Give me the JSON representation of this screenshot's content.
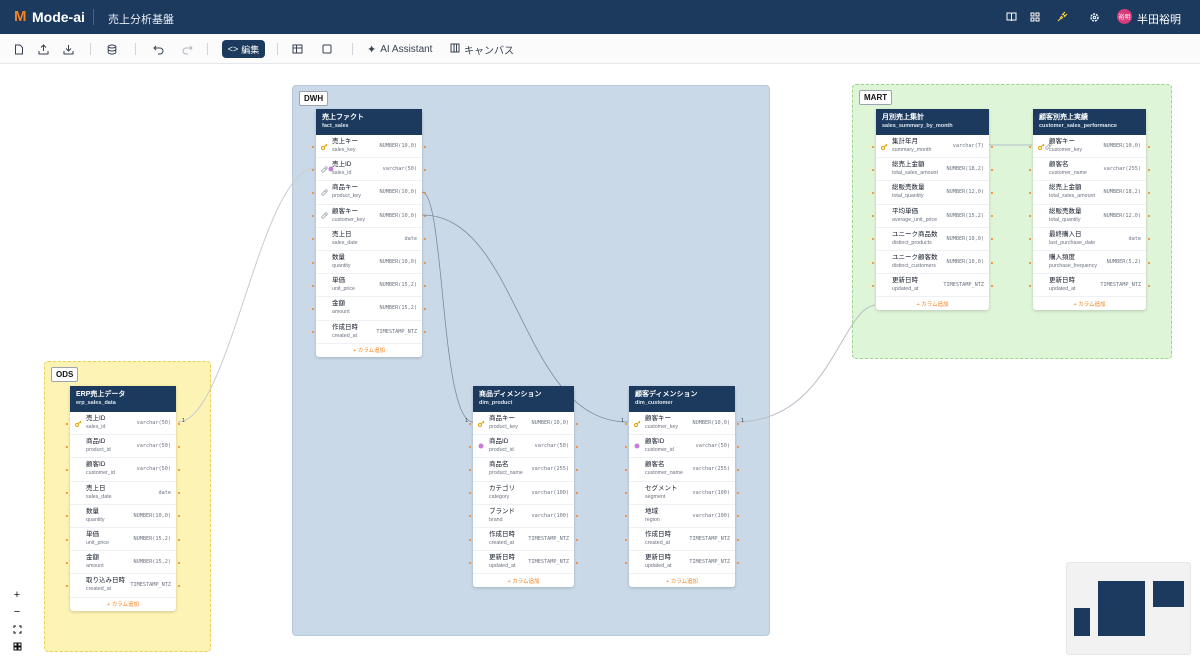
{
  "app": {
    "logo_mark": "M",
    "name": "Mode-ai",
    "project": "売上分析基盤"
  },
  "user": {
    "avatar_text": "裕明",
    "name": "半田裕明"
  },
  "header_icons": [
    "book-icon",
    "grid-icon",
    "plug-icon",
    "gear-icon"
  ],
  "toolbar": {
    "edit_label": "編集",
    "ai_label": "AI Assistant",
    "canvas_label": "キャンバス"
  },
  "zones": {
    "ods": "ODS",
    "dwh": "DWH",
    "mart": "MART"
  },
  "colors": {
    "navy": "#1c3a5e",
    "orange": "#f5821f",
    "ods_bg": "#fdf3b4",
    "dwh_bg": "#c9d9e8",
    "mart_bg": "#def5d8"
  },
  "add_column": "+ カラム追加",
  "rel_card": "1",
  "tables": {
    "erp": {
      "jp": "ERP売上データ",
      "en": "erp_sales_data",
      "cols": [
        {
          "jp": "売上ID",
          "en": "sales_id",
          "type": "varchar(50)",
          "icon": "key"
        },
        {
          "jp": "商品ID",
          "en": "product_id",
          "type": "varchar(50)",
          "icon": ""
        },
        {
          "jp": "顧客ID",
          "en": "customer_id",
          "type": "varchar(50)",
          "icon": ""
        },
        {
          "jp": "売上日",
          "en": "sales_date",
          "type": "date",
          "icon": ""
        },
        {
          "jp": "数量",
          "en": "quantity",
          "type": "NUMBER(10,0)",
          "icon": ""
        },
        {
          "jp": "単価",
          "en": "unit_price",
          "type": "NUMBER(15,2)",
          "icon": ""
        },
        {
          "jp": "金額",
          "en": "amount",
          "type": "NUMBER(15,2)",
          "icon": ""
        },
        {
          "jp": "取り込み日時",
          "en": "created_at",
          "type": "TIMESTAMP_NTZ",
          "icon": ""
        }
      ]
    },
    "fact": {
      "jp": "売上ファクト",
      "en": "fact_sales",
      "cols": [
        {
          "jp": "売上キー",
          "en": "sales_key",
          "type": "NUMBER(10,0)",
          "icon": "key"
        },
        {
          "jp": "売上ID",
          "en": "sales_id",
          "type": "varchar(50)",
          "icon": "link-unique"
        },
        {
          "jp": "商品キー",
          "en": "product_key",
          "type": "NUMBER(10,0)",
          "icon": "link"
        },
        {
          "jp": "顧客キー",
          "en": "customer_key",
          "type": "NUMBER(10,0)",
          "icon": "link"
        },
        {
          "jp": "売上日",
          "en": "sales_date",
          "type": "date",
          "icon": ""
        },
        {
          "jp": "数量",
          "en": "quantity",
          "type": "NUMBER(10,0)",
          "icon": ""
        },
        {
          "jp": "単価",
          "en": "unit_price",
          "type": "NUMBER(15,2)",
          "icon": ""
        },
        {
          "jp": "金額",
          "en": "amount",
          "type": "NUMBER(15,2)",
          "icon": ""
        },
        {
          "jp": "作成日時",
          "en": "created_at",
          "type": "TIMESTAMP_NTZ",
          "icon": ""
        }
      ]
    },
    "product": {
      "jp": "商品ディメンション",
      "en": "dim_product",
      "cols": [
        {
          "jp": "商品キー",
          "en": "product_key",
          "type": "NUMBER(10,0)",
          "icon": "key"
        },
        {
          "jp": "商品ID",
          "en": "product_id",
          "type": "varchar(50)",
          "icon": "unique"
        },
        {
          "jp": "商品名",
          "en": "product_name",
          "type": "varchar(255)",
          "icon": ""
        },
        {
          "jp": "カテゴリ",
          "en": "category",
          "type": "varchar(100)",
          "icon": ""
        },
        {
          "jp": "ブランド",
          "en": "brand",
          "type": "varchar(100)",
          "icon": ""
        },
        {
          "jp": "作成日時",
          "en": "created_at",
          "type": "TIMESTAMP_NTZ",
          "icon": ""
        },
        {
          "jp": "更新日時",
          "en": "updated_at",
          "type": "TIMESTAMP_NTZ",
          "icon": ""
        }
      ]
    },
    "customer": {
      "jp": "顧客ディメンション",
      "en": "dim_customer",
      "cols": [
        {
          "jp": "顧客キー",
          "en": "customer_key",
          "type": "NUMBER(10,0)",
          "icon": "key"
        },
        {
          "jp": "顧客ID",
          "en": "customer_id",
          "type": "varchar(50)",
          "icon": "unique"
        },
        {
          "jp": "顧客名",
          "en": "customer_name",
          "type": "varchar(255)",
          "icon": ""
        },
        {
          "jp": "セグメント",
          "en": "segment",
          "type": "varchar(100)",
          "icon": ""
        },
        {
          "jp": "地域",
          "en": "region",
          "type": "varchar(100)",
          "icon": ""
        },
        {
          "jp": "作成日時",
          "en": "created_at",
          "type": "TIMESTAMP_NTZ",
          "icon": ""
        },
        {
          "jp": "更新日時",
          "en": "updated_at",
          "type": "TIMESTAMP_NTZ",
          "icon": ""
        }
      ]
    },
    "summary": {
      "jp": "月別売上集計",
      "en": "sales_summary_by_month",
      "cols": [
        {
          "jp": "集計年月",
          "en": "summary_month",
          "type": "varchar(7)",
          "icon": "key"
        },
        {
          "jp": "総売上金額",
          "en": "total_sales_amount",
          "type": "NUMBER(18,2)",
          "icon": ""
        },
        {
          "jp": "総販売数量",
          "en": "total_quantity",
          "type": "NUMBER(12,0)",
          "icon": ""
        },
        {
          "jp": "平均単価",
          "en": "average_unit_price",
          "type": "NUMBER(15,2)",
          "icon": ""
        },
        {
          "jp": "ユニーク商品数",
          "en": "distinct_products",
          "type": "NUMBER(10,0)",
          "icon": ""
        },
        {
          "jp": "ユニーク顧客数",
          "en": "distinct_customers",
          "type": "NUMBER(10,0)",
          "icon": ""
        },
        {
          "jp": "更新日時",
          "en": "updated_at",
          "type": "TIMESTAMP_NTZ",
          "icon": ""
        }
      ]
    },
    "perf": {
      "jp": "顧客別売上実績",
      "en": "customer_sales_performance",
      "cols": [
        {
          "jp": "顧客キー",
          "en": "customer_key",
          "type": "NUMBER(10,0)",
          "icon": "key-link"
        },
        {
          "jp": "顧客名",
          "en": "customer_name",
          "type": "varchar(255)",
          "icon": ""
        },
        {
          "jp": "総売上金額",
          "en": "total_sales_amount",
          "type": "NUMBER(18,2)",
          "icon": ""
        },
        {
          "jp": "総販売数量",
          "en": "total_quantity",
          "type": "NUMBER(12,0)",
          "icon": ""
        },
        {
          "jp": "最終購入日",
          "en": "last_purchase_date",
          "type": "date",
          "icon": ""
        },
        {
          "jp": "購入頻度",
          "en": "purchase_frequency",
          "type": "NUMBER(5,2)",
          "icon": ""
        },
        {
          "jp": "更新日時",
          "en": "updated_at",
          "type": "TIMESTAMP_NTZ",
          "icon": ""
        }
      ]
    }
  }
}
